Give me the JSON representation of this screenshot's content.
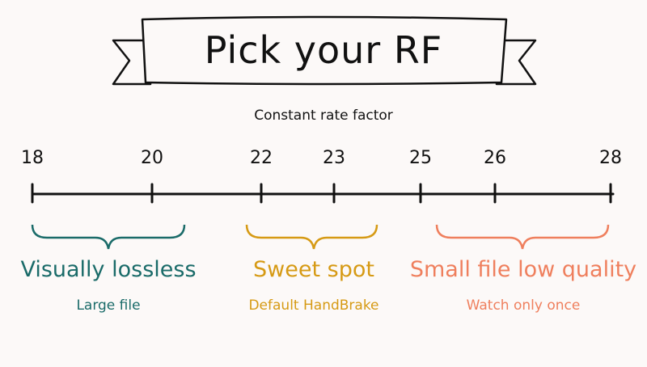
{
  "title": "Pick your RF",
  "axis_title": "Constant rate factor",
  "ticks": [
    "18",
    "20",
    "22",
    "23",
    "25",
    "26",
    "28"
  ],
  "ranges": [
    {
      "title": "Visually lossless",
      "subtitle": "Large file",
      "color": "#1a6b69"
    },
    {
      "title": "Sweet spot",
      "subtitle": "Default HandBrake",
      "color": "#d69a14"
    },
    {
      "title": "Small file low quality",
      "subtitle": "Watch only once",
      "color": "#ef7f5d"
    }
  ],
  "colors": {
    "background": "#fcf9f8",
    "ink": "#111111"
  }
}
